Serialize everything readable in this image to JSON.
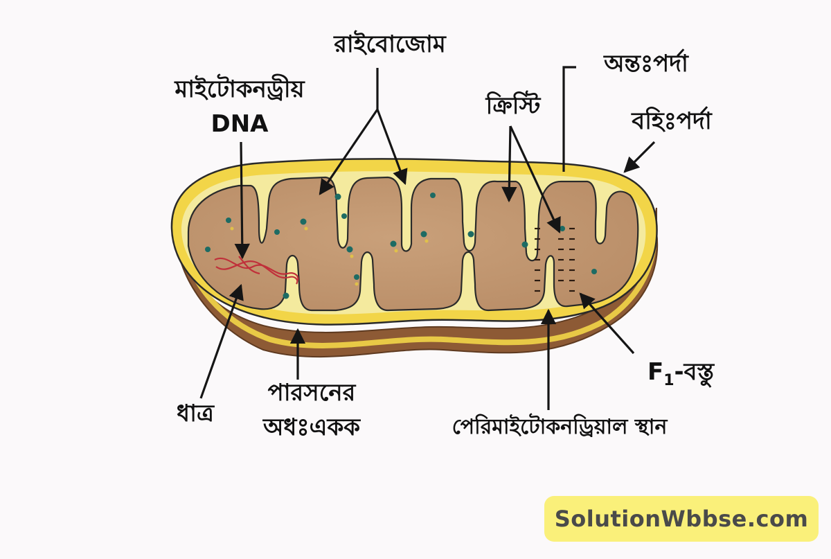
{
  "labels": {
    "ribosome": "রাইবোজোম",
    "mito_dna_line1": "মাইটোকনড্রীয়",
    "mito_dna_line2": "DNA",
    "cristae": "ক্রিস্টি",
    "inner_membrane": "অন্তঃপর্দা",
    "outer_membrane": "বহিঃপর্দা",
    "f1_particle_main": "F",
    "f1_particle_sub": "1",
    "f1_particle_rest": "-বস্তু",
    "matrix": "ধাত্র",
    "parson_line1": "পারসনের",
    "parson_line2": "অধঃএকক",
    "perimito_space": "পেরিমাইটোকনড্রিয়াল স্থান"
  },
  "watermark": "SolutionWbbse.com",
  "colors": {
    "outer_membrane": "#f2d548",
    "matrix": "#c39770",
    "intermembrane": "#f4ea9e",
    "bottom_edge": "#8d5a35",
    "ribosome": "#1d6b63",
    "dna": "#c0303a",
    "watermark_bg": "#faf07a"
  }
}
